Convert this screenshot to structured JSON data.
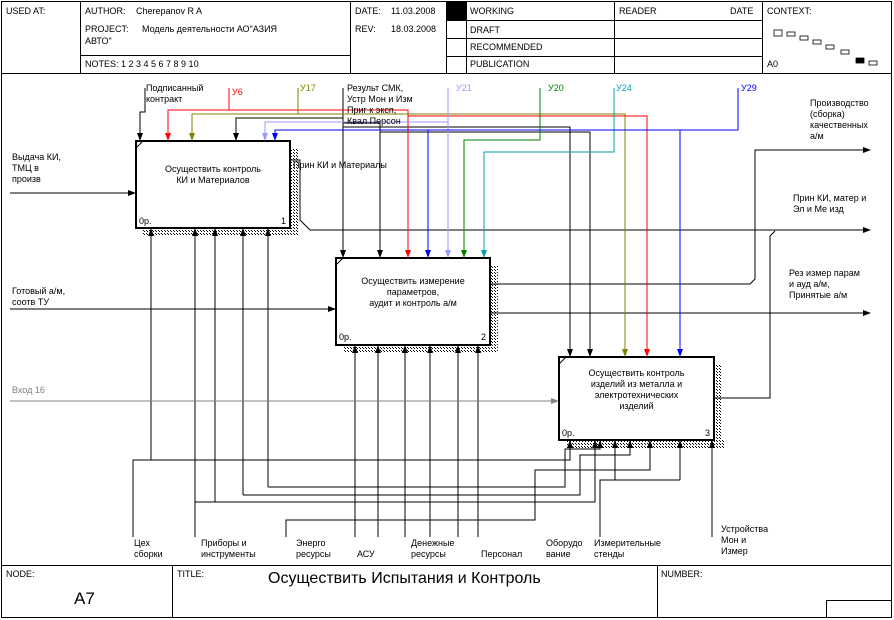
{
  "header": {
    "used_at": "USED AT:",
    "author_label": "AUTHOR:",
    "author": "Cherepanov R A",
    "project_label": "PROJECT:",
    "project_line1": "Модель деятельности АО\"АЗИЯ",
    "project_line2": "АВТО\"",
    "notes": "NOTES:  1  2  3  4  5  6  7  8  9  10",
    "date_label": "DATE:",
    "date": "11.03.2008",
    "rev_label": "REV:",
    "rev": "18.03.2008",
    "working": "WORKING",
    "draft": "DRAFT",
    "recommended": "RECOMMENDED",
    "publication": "PUBLICATION",
    "reader": "READER",
    "reader_date": "DATE",
    "context": "CONTEXT:",
    "context_node": "A0"
  },
  "footer": {
    "node_label": "NODE:",
    "node": "A7",
    "title_label": "TITLE:",
    "title": "Осуществить Испытания и Контроль",
    "number_label": "NUMBER:"
  },
  "boxes": [
    {
      "id": "box1",
      "line1": "Осуществить контроль",
      "line2": "КИ и Материалов",
      "line3": "",
      "cost": "0р.",
      "num": "1"
    },
    {
      "id": "box2",
      "line1": "Осуществить измерение",
      "line2": "параметров,",
      "line3": "аудит и контроль а/м",
      "cost": "0р.",
      "num": "2"
    },
    {
      "id": "box3",
      "line1": "Осуществить контроль",
      "line2": "изделий из металла и",
      "line3": "электротехнических",
      "line4": "изделий",
      "cost": "0р.",
      "num": "3"
    }
  ],
  "inputs": {
    "in1_l1": "Выдача КИ,",
    "in1_l2": "ТМЦ в",
    "in1_l3": "произв",
    "in2_l1": "Готовый а/м,",
    "in2_l2": "соотв ТУ",
    "in3": "Вход 16"
  },
  "controls": {
    "c1_l1": "Подписанный",
    "c1_l2": "контракт",
    "u6": "У6",
    "u17": "У17",
    "c2_l1": "Результ СМК,",
    "c2_l2": "Устр Мон и Изм",
    "c2_l3": "Приг к эксп,",
    "c2_l4": "Квал Персон",
    "u21": "У21",
    "u20": "У20",
    "u24": "У24",
    "u29": "У29"
  },
  "outputs": {
    "o1_l1": "Производство",
    "o1_l2": "(сборка)",
    "o1_l3": "качественных",
    "o1_l4": "а/м",
    "o2_l1": "Прин КИ, матер и",
    "o2_l2": "Эл и Ме изд",
    "o3_l1": "Рез измер парам",
    "o3_l2": "и ауд а/м,",
    "o3_l3": "Принятые а/м",
    "internal": "Прин КИ и Материалы"
  },
  "mechanisms": {
    "m1_l1": "Цех",
    "m1_l2": "сборки",
    "m2_l1": "Приборы и",
    "m2_l2": "инструменты",
    "m3_l1": "Энерго",
    "m3_l2": "ресурсы",
    "m4": "АСУ",
    "m5_l1": "Денежные",
    "m5_l2": "ресурсы",
    "m6": "Персонал",
    "m7_l1": "Оборудо",
    "m7_l2": "вание",
    "m8_l1": "Измерительные",
    "m8_l2": "стенды",
    "m9_l1": "Устройства",
    "m9_l2": "Мон и",
    "m9_l3": "Измер"
  },
  "colors": {
    "u6": "#ff0000",
    "u17": "#808000",
    "u21": "#9999ff",
    "u20": "#008000",
    "u24": "#00a0b0",
    "u29": "#0000ff",
    "blue": "#0000ff",
    "gray_input": "#808080"
  }
}
